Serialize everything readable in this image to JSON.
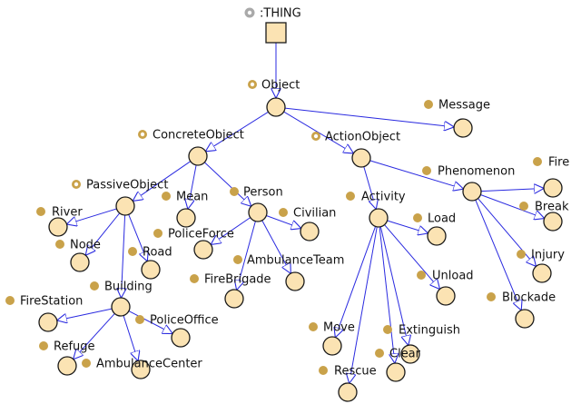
{
  "diagram": {
    "root": {
      "id": "thing",
      "label": ":THING",
      "badge": "gear"
    },
    "colors": {
      "edge": "#2a2ae0",
      "node_fill": "#fbe3b3",
      "node_stroke": "#1a1a1a",
      "badge_class": "#c9a24a",
      "badge_root": "#a9a9a9"
    },
    "nodes": [
      {
        "id": "object",
        "label": "Object",
        "badge": "ring"
      },
      {
        "id": "message",
        "label": "Message",
        "badge": "dot"
      },
      {
        "id": "concreteobject",
        "label": "ConcreteObject",
        "badge": "ring"
      },
      {
        "id": "actionobject",
        "label": "ActionObject",
        "badge": "ring"
      },
      {
        "id": "passiveobject",
        "label": "PassiveObject",
        "badge": "ring"
      },
      {
        "id": "mean",
        "label": "Mean",
        "badge": "dot"
      },
      {
        "id": "person",
        "label": "Person",
        "badge": "dot"
      },
      {
        "id": "activity",
        "label": "Activity",
        "badge": "dot"
      },
      {
        "id": "phenomenon",
        "label": "Phenomenon",
        "badge": "dot"
      },
      {
        "id": "fire",
        "label": "Fire",
        "badge": "dot"
      },
      {
        "id": "break",
        "label": "Break",
        "badge": "dot"
      },
      {
        "id": "injury",
        "label": "Injury",
        "badge": "dot"
      },
      {
        "id": "blockade",
        "label": "Blockade",
        "badge": "dot"
      },
      {
        "id": "river",
        "label": "River",
        "badge": "dot"
      },
      {
        "id": "node",
        "label": "Node",
        "badge": "dot"
      },
      {
        "id": "road",
        "label": "Road",
        "badge": "dot"
      },
      {
        "id": "building",
        "label": "Building",
        "badge": "dot"
      },
      {
        "id": "policeforce",
        "label": "PoliceForce",
        "badge": "dot"
      },
      {
        "id": "civilian",
        "label": "Civilian",
        "badge": "dot"
      },
      {
        "id": "ambulanceteam",
        "label": "AmbulanceTeam",
        "badge": "dot"
      },
      {
        "id": "firebrigade",
        "label": "FireBrigade",
        "badge": "dot"
      },
      {
        "id": "load",
        "label": "Load",
        "badge": "dot"
      },
      {
        "id": "unload",
        "label": "Unload",
        "badge": "dot"
      },
      {
        "id": "extinguish",
        "label": "Extinguish",
        "badge": "dot"
      },
      {
        "id": "move",
        "label": "Move",
        "badge": "dot"
      },
      {
        "id": "clear",
        "label": "Clear",
        "badge": "dot"
      },
      {
        "id": "rescue",
        "label": "Rescue",
        "badge": "dot"
      },
      {
        "id": "firestation",
        "label": "FireStation",
        "badge": "dot"
      },
      {
        "id": "policeoffice",
        "label": "PoliceOffice",
        "badge": "dot"
      },
      {
        "id": "refuge",
        "label": "Refuge",
        "badge": "dot"
      },
      {
        "id": "ambulancecenter",
        "label": "AmbulanceCenter",
        "badge": "dot"
      }
    ],
    "edges": [
      [
        "thing",
        "object"
      ],
      [
        "object",
        "message"
      ],
      [
        "object",
        "concreteobject"
      ],
      [
        "object",
        "actionobject"
      ],
      [
        "concreteobject",
        "passiveobject"
      ],
      [
        "concreteobject",
        "mean"
      ],
      [
        "concreteobject",
        "person"
      ],
      [
        "actionobject",
        "activity"
      ],
      [
        "actionobject",
        "phenomenon"
      ],
      [
        "phenomenon",
        "fire"
      ],
      [
        "phenomenon",
        "break"
      ],
      [
        "phenomenon",
        "injury"
      ],
      [
        "phenomenon",
        "blockade"
      ],
      [
        "passiveobject",
        "river"
      ],
      [
        "passiveobject",
        "node"
      ],
      [
        "passiveobject",
        "road"
      ],
      [
        "passiveobject",
        "building"
      ],
      [
        "person",
        "policeforce"
      ],
      [
        "person",
        "civilian"
      ],
      [
        "person",
        "ambulanceteam"
      ],
      [
        "person",
        "firebrigade"
      ],
      [
        "activity",
        "load"
      ],
      [
        "activity",
        "unload"
      ],
      [
        "activity",
        "extinguish"
      ],
      [
        "activity",
        "move"
      ],
      [
        "activity",
        "clear"
      ],
      [
        "activity",
        "rescue"
      ],
      [
        "building",
        "firestation"
      ],
      [
        "building",
        "policeoffice"
      ],
      [
        "building",
        "refuge"
      ],
      [
        "building",
        "ambulancecenter"
      ]
    ]
  }
}
